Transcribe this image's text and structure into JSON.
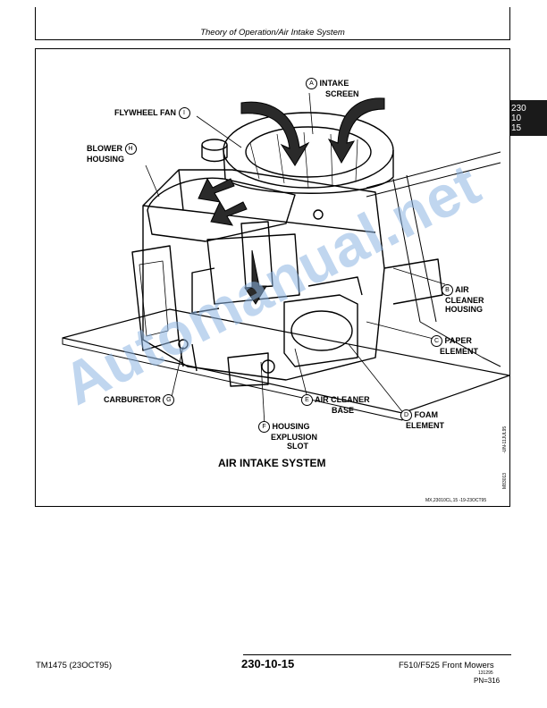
{
  "header": {
    "title": "Theory of Operation/Air Intake System"
  },
  "tab": {
    "lines": [
      "230",
      "10",
      "15"
    ]
  },
  "figure": {
    "title": "AIR INTAKE SYSTEM",
    "ref": "MX,23010CL,15  -19-23OCT95",
    "side_code_top": "-UN-11JUL95",
    "side_code_bottom": "M83013",
    "labels": [
      {
        "letter": "A",
        "lines": [
          "INTAKE",
          "SCREEN"
        ]
      },
      {
        "letter": "B",
        "lines": [
          "AIR",
          "CLEANER",
          "HOUSING"
        ]
      },
      {
        "letter": "C",
        "lines": [
          "PAPER",
          "ELEMENT"
        ]
      },
      {
        "letter": "D",
        "lines": [
          "FOAM",
          "ELEMENT"
        ]
      },
      {
        "letter": "E",
        "lines": [
          "AIR CLEANER",
          "BASE"
        ]
      },
      {
        "letter": "F",
        "lines": [
          "HOUSING",
          "EXPLUSION",
          "SLOT"
        ]
      },
      {
        "letter": "G",
        "lines": [
          "CARBURETOR"
        ]
      },
      {
        "letter": "H",
        "lines": [
          "BLOWER",
          "HOUSING"
        ]
      },
      {
        "letter": "I",
        "lines": [
          "FLYWHEEL FAN"
        ]
      }
    ]
  },
  "watermark": "Automanual.net",
  "footer": {
    "left": "TM1475 (23OCT95)",
    "center": "230-10-15",
    "right": "F510/F525 Front Mowers",
    "small": "131295",
    "pn": "PN=316"
  }
}
